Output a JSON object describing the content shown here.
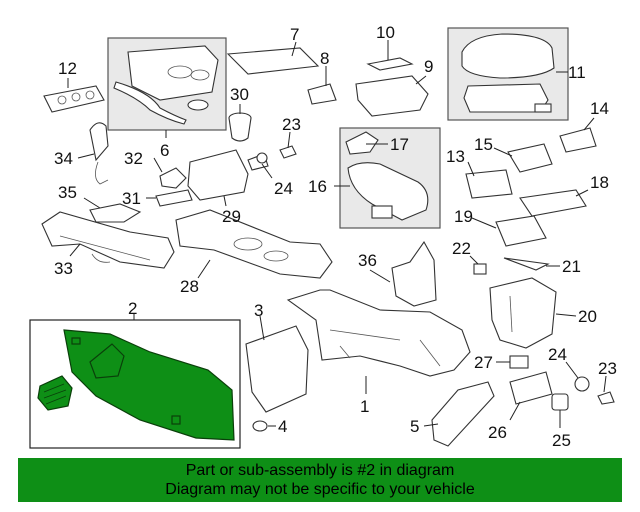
{
  "banner": {
    "line1": "Part or sub-assembly is #2 in diagram",
    "line2": "Diagram may not be specific to your vehicle"
  },
  "callouts": [
    "1",
    "2",
    "3",
    "4",
    "5",
    "6",
    "7",
    "8",
    "9",
    "10",
    "11",
    "12",
    "13",
    "14",
    "15",
    "16",
    "17",
    "18",
    "19",
    "20",
    "21",
    "22",
    "23",
    "23",
    "24",
    "24",
    "25",
    "26",
    "27",
    "28",
    "29",
    "30",
    "31",
    "32",
    "33",
    "34",
    "35",
    "36"
  ],
  "highlight_color": "#0e8f16"
}
